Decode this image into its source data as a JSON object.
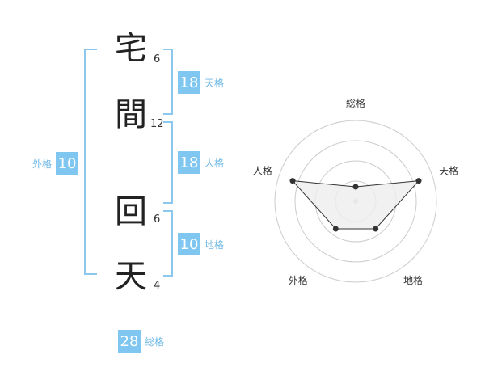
{
  "name": {
    "chars": [
      {
        "char": "宅",
        "strokes": "6"
      },
      {
        "char": "間",
        "strokes": "12"
      },
      {
        "char": "回",
        "strokes": "6"
      },
      {
        "char": "天",
        "strokes": "4"
      }
    ]
  },
  "kakusu": {
    "tenkaku": {
      "value": "18",
      "label": "天格"
    },
    "jinkaku": {
      "value": "18",
      "label": "人格"
    },
    "chikaku": {
      "value": "10",
      "label": "地格"
    },
    "gaikaku": {
      "value": "10",
      "label": "外格"
    },
    "soukaku": {
      "value": "28",
      "label": "総格"
    }
  },
  "chart_data": {
    "type": "radar",
    "axes": [
      "総格",
      "天格",
      "地格",
      "外格",
      "人格"
    ],
    "values": [
      0.18,
      0.82,
      0.42,
      0.42,
      0.82
    ],
    "rings": 4,
    "colors": {
      "fill": "#eeeeee",
      "stroke": "#333333",
      "grid": "#cccccc",
      "center": "#cccccc"
    }
  }
}
